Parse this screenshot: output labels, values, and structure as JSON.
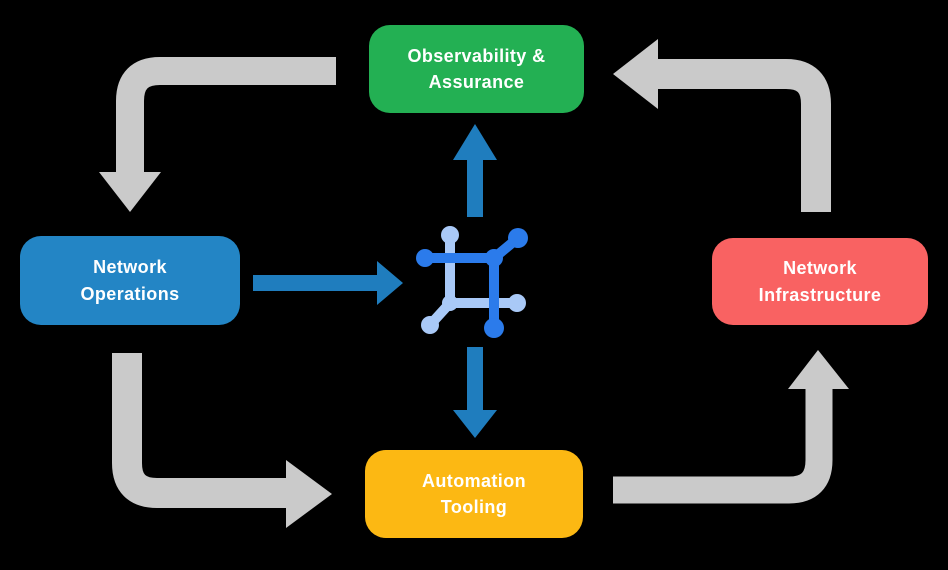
{
  "diagram": {
    "description": "Network automation lifecycle diagram: four stages cycling around a central network-mesh hub icon"
  },
  "nodes": {
    "observability": {
      "label": "Observability &\nAssurance",
      "color": "#23B053"
    },
    "operations": {
      "label": "Network\nOperations",
      "color": "#2385C5"
    },
    "infrastructure": {
      "label": "Network\nInfrastructure",
      "color": "#F96262"
    },
    "automation": {
      "label": "Automation\nTooling",
      "color": "#FCB813"
    }
  },
  "icon": {
    "name": "network-mesh-icon",
    "dark_blue": "#2B7BEB",
    "light_blue": "#A9C9F7"
  },
  "arrows": {
    "cycle_color": "#CACACA",
    "hub_color": "#1F7DBE",
    "cycle": [
      {
        "from": "observability",
        "to": "operations"
      },
      {
        "from": "operations",
        "to": "automation"
      },
      {
        "from": "automation",
        "to": "infrastructure"
      },
      {
        "from": "infrastructure",
        "to": "observability"
      }
    ],
    "hub": [
      {
        "from": "operations",
        "to": "hub-icon"
      },
      {
        "from": "hub-icon",
        "to": "observability"
      },
      {
        "from": "hub-icon",
        "to": "automation"
      }
    ]
  }
}
